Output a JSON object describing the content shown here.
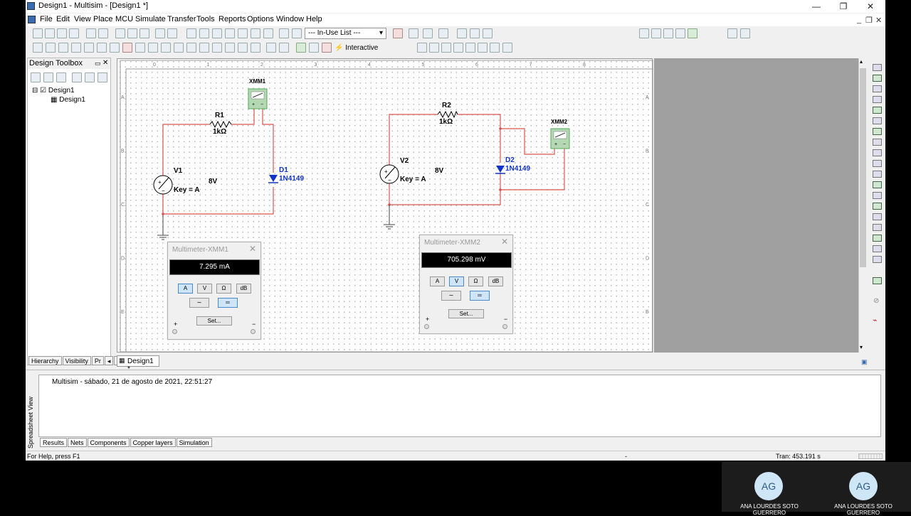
{
  "titlebar": {
    "title": "Design1 - Multisim - [Design1 *]",
    "minimize": "—",
    "restore": "❐",
    "close": "✕"
  },
  "menu": [
    "File",
    "Edit",
    "View",
    "Place",
    "MCU",
    "Simulate",
    "Transfer",
    "Tools",
    "Reports",
    "Options",
    "Window",
    "Help"
  ],
  "toolbar": {
    "in_use_list": "--- In-Use List ---",
    "interactive_label": "Interactive"
  },
  "toolbox": {
    "title": "Design Toolbox",
    "tree_root": "Design1",
    "tree_child": "Design1",
    "tabs": [
      "Hierarchy",
      "Visibility",
      "Pr"
    ]
  },
  "ruler_top": [
    "0",
    "1",
    "2",
    "3",
    "4",
    "5",
    "6",
    "7",
    "8"
  ],
  "ruler_side": [
    "A",
    "B",
    "C",
    "D",
    "E"
  ],
  "circuit1": {
    "meter_name": "XMM1",
    "resistor_name": "R1",
    "resistor_value": "1kΩ",
    "source_name": "V1",
    "source_value": "8V",
    "source_key": "Key = A",
    "diode_name": "D1",
    "diode_model": "1N4149"
  },
  "circuit2": {
    "meter_name": "XMM2",
    "resistor_name": "R2",
    "resistor_value": "1kΩ",
    "source_name": "V2",
    "source_value": "8V",
    "source_key": "Key = A",
    "diode_name": "D2",
    "diode_model": "1N4149"
  },
  "multimeter1": {
    "title": "Multimeter-XMM1",
    "reading": "7.295 mA",
    "buttons": [
      "A",
      "V",
      "Ω",
      "dB"
    ],
    "active": "A",
    "set": "Set...",
    "plus": "+",
    "minus": "−"
  },
  "multimeter2": {
    "title": "Multimeter-XMM2",
    "reading": "705.298 mV",
    "buttons": [
      "A",
      "V",
      "Ω",
      "dB"
    ],
    "active": "V",
    "set": "Set...",
    "plus": "+",
    "minus": "−"
  },
  "doc_tab": "Design1 *",
  "spreadsheet": {
    "side_label": "Spreadsheet View",
    "log_line": "Multisim  -  sábado, 21 de agosto de 2021, 22:51:27",
    "tabs": [
      "Results",
      "Nets",
      "Components",
      "Copper layers",
      "Simulation"
    ]
  },
  "status": {
    "help": "For Help, press F1",
    "dash": "-",
    "tran": "Tran: 453.191 s"
  },
  "participants": [
    {
      "initials": "AG",
      "name": "ANA LOURDES SOTO GUERRERO"
    },
    {
      "initials": "AG",
      "name": "ANA LOURDES SOTO GUERRERO"
    }
  ],
  "colors": {
    "wire": "#d9534f",
    "diode": "#1033c8",
    "ground": "#444444"
  }
}
